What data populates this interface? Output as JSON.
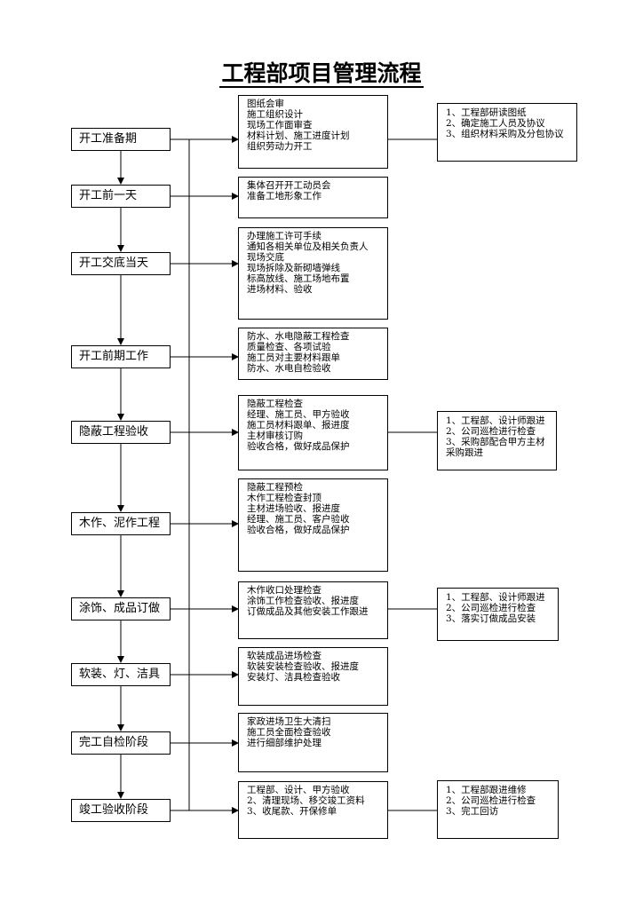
{
  "title": "工程部项目管理流程",
  "stages": [
    {
      "label": "开工准备期",
      "details": [
        "图纸会审",
        "施工组织设计",
        "现场工作面审查",
        "材料计划、施工进度计划",
        "组织劳动力开工"
      ],
      "notes": [
        "1、工程部研读图纸",
        "2、确定施工人员及协议",
        "3、组织材料采购及分包协议"
      ]
    },
    {
      "label": "开工前一天",
      "details": [
        "集体召开开工动员会",
        "准备工地形象工作"
      ],
      "notes": []
    },
    {
      "label": "开工交底当天",
      "details": [
        "办理施工许可手续",
        "通知各相关单位及相关负责人",
        "现场交底",
        "现场拆除及新砌墙弹线",
        "标高放线、施工场地布置",
        "进场材料、验收"
      ],
      "notes": []
    },
    {
      "label": "开工前期工作",
      "details": [
        "防水、水电隐蔽工程检查",
        "质量检查、各项试验",
        "施工员对主要材料跟单",
        "防水、水电自检验收"
      ],
      "notes": []
    },
    {
      "label": "隐蔽工程验收",
      "details": [
        "隐蔽工程检查",
        "经理、施工员、甲方验收",
        "施工员材料跟单、报进度",
        "主材审核订购",
        "验收合格，做好成品保护"
      ],
      "notes": [
        "1、工程部、设计师跟进",
        "2、公司巡检进行检查",
        "3、采购部配合甲方主材",
        "采购跟进"
      ]
    },
    {
      "label": "木作、泥作工程",
      "details": [
        "隐蔽工程预检",
        "木作工程检查封顶",
        "主材进场验收、报进度",
        "经理、施工员、客户验收",
        "验收合格，做好成品保护"
      ],
      "notes": []
    },
    {
      "label": "涂饰、成品订做",
      "details": [
        "木作收口处理检查",
        "涂饰工作检查验收、报进度",
        "订做成品及其他安装工作跟进"
      ],
      "notes": [
        "1、工程部、设计师跟进",
        "2、公司巡检进行检查",
        "3、落实订做成品安装"
      ]
    },
    {
      "label": "软装、灯、洁具",
      "details": [
        "软装成品进场检查",
        "软装安装检查验收、报进度",
        "安装灯、洁具检查验收"
      ],
      "notes": []
    },
    {
      "label": "完工自检阶段",
      "details": [
        "家政进场卫生大清扫",
        "施工员全面检查验收",
        "进行细部维护处理"
      ],
      "notes": []
    },
    {
      "label": "竣工验收阶段",
      "details": [
        "工程部、设计、甲方验收",
        "2、清理现场、移交竣工资料",
        "3、收尾款、开保修单"
      ],
      "notes": [
        "1、工程部跟进维修",
        "2、公司巡检进行检查",
        "3、完工回访"
      ]
    }
  ]
}
